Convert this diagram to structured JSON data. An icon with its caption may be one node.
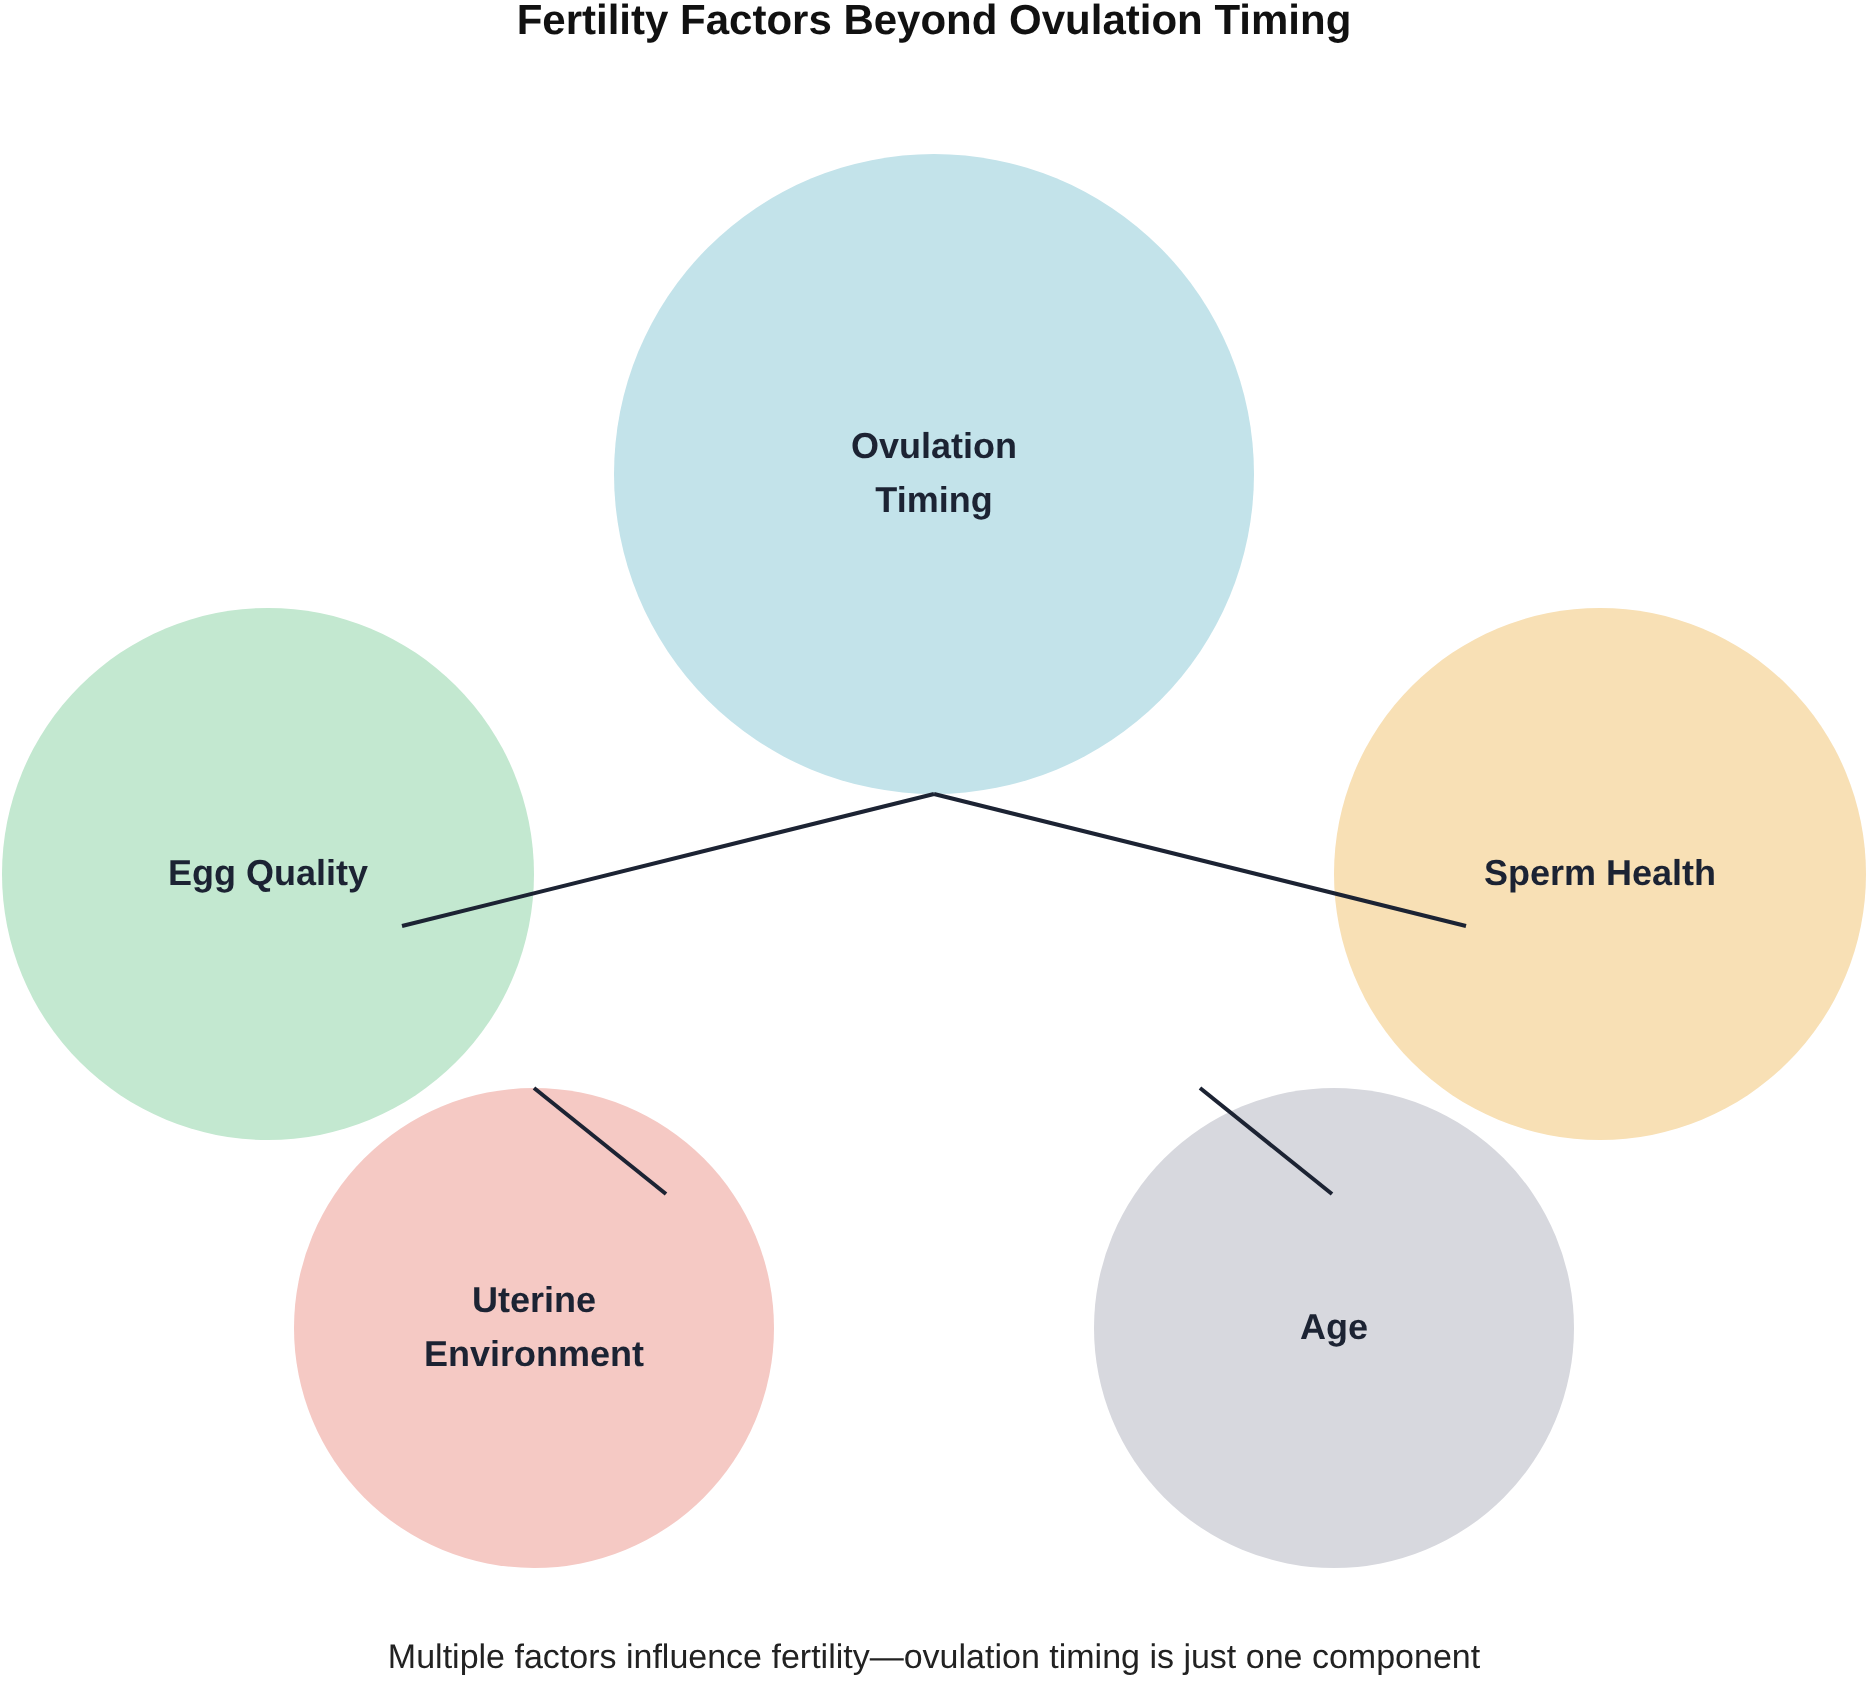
{
  "diagram": {
    "title": "Fertility Factors Beyond Ovulation Timing",
    "caption": "Multiple factors influence fertility—ovulation timing is just one component",
    "nodes": [
      {
        "text": [
          "Ovulation Timing"
        ]
      },
      {
        "text": [
          "Egg Quality"
        ]
      },
      {
        "text": [
          "Sperm Health"
        ]
      },
      {
        "text": [
          "Uterine Environment"
        ]
      },
      {
        "text": [
          "Age"
        ]
      }
    ],
    "edges": [
      {
        "from": 0,
        "to": 1,
        "arrow": "none"
      },
      {
        "from": 0,
        "to": 2,
        "arrow": "none"
      },
      {
        "from": null,
        "to": 3,
        "arrow": "none"
      },
      {
        "from": null,
        "to": 4,
        "arrow": "none"
      }
    ]
  }
}
